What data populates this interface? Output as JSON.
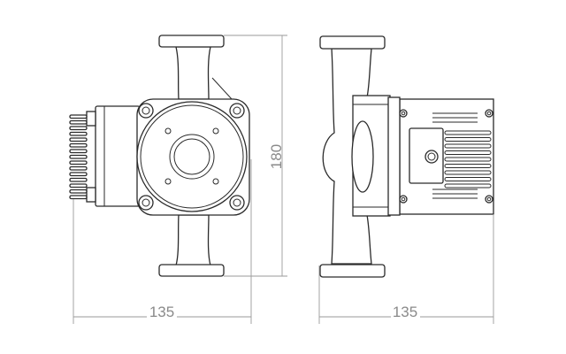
{
  "drawing": {
    "front_view": {
      "width_label": "135",
      "height_label": "180"
    },
    "side_view": {
      "width_label": "135"
    }
  },
  "colors": {
    "line": "#2a2a2a",
    "dimension": "#9a9a9a",
    "background": "#ffffff"
  }
}
